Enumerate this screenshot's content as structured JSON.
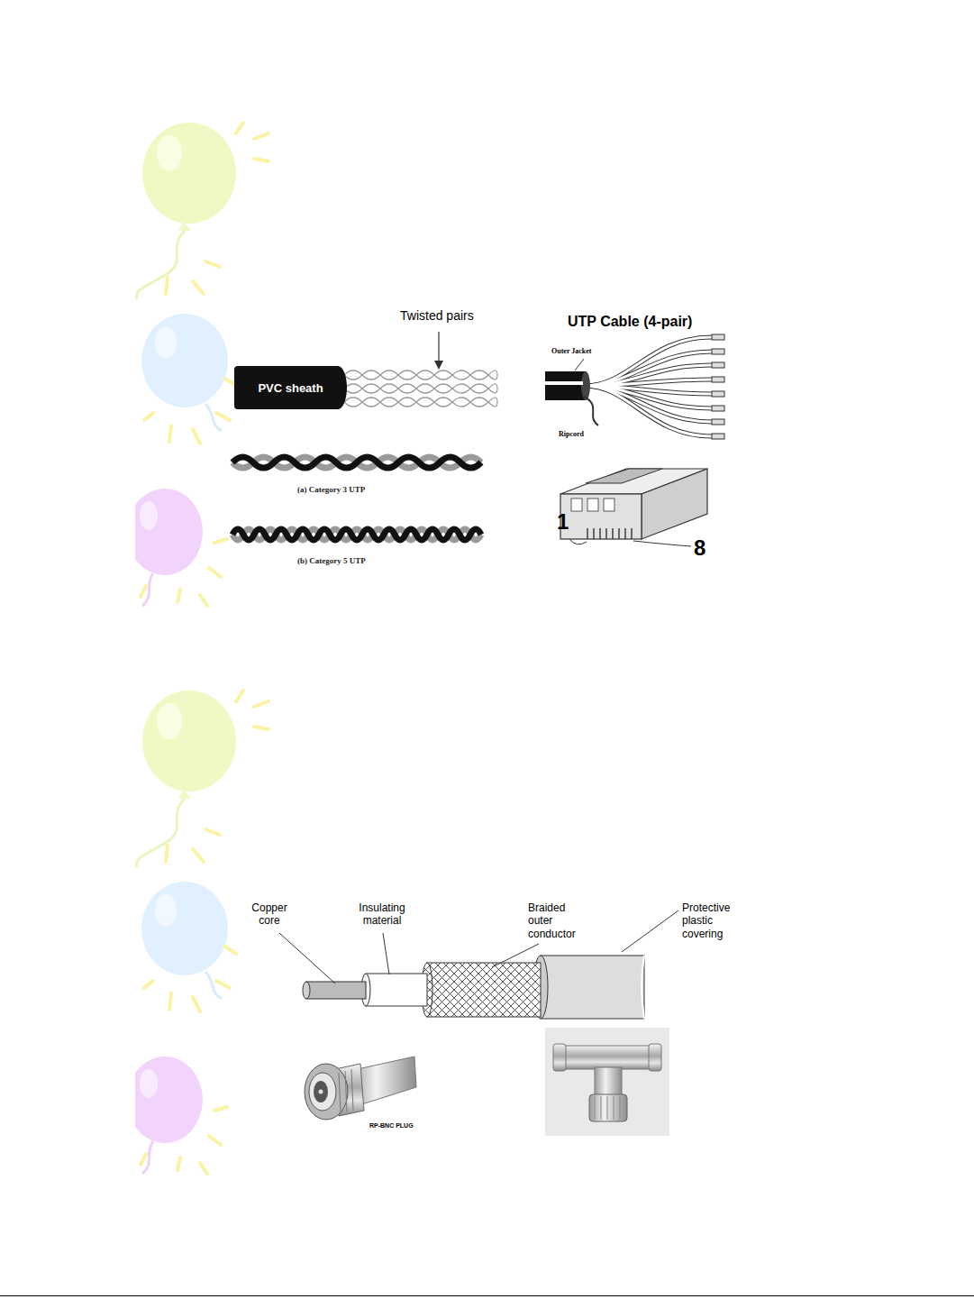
{
  "diagram": {
    "nodes": [
      {
        "text": [
          "PVC sheath"
        ]
      }
    ],
    "labels": [
      "Twisted pairs",
      "(a) Category 3 UTP",
      "(b) Category 5 UTP",
      "UTP Cable (4-pair)",
      "Outer Jacket",
      "Ripcord",
      "1",
      "8",
      "Copper core",
      "Insulating material",
      "Braided outer conductor",
      "Protective plastic covering",
      "RP-BNC PLUG"
    ]
  }
}
